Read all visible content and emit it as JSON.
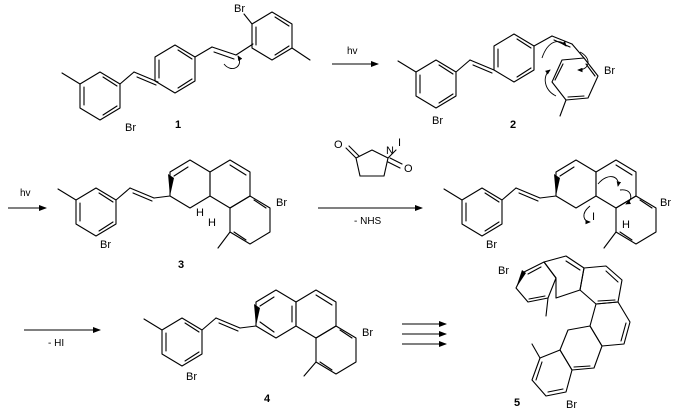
{
  "labels": {
    "cmpd1": "1",
    "cmpd2": "2",
    "cmpd3": "3",
    "cmpd4": "4",
    "cmpd5": "5"
  },
  "atoms": {
    "br": "Br",
    "h": "H",
    "i": "I",
    "n": "N",
    "o": "O"
  },
  "conditions": {
    "step1": "hv",
    "step2": "hv",
    "step3_below": "- NHS",
    "step4": "- HI"
  }
}
